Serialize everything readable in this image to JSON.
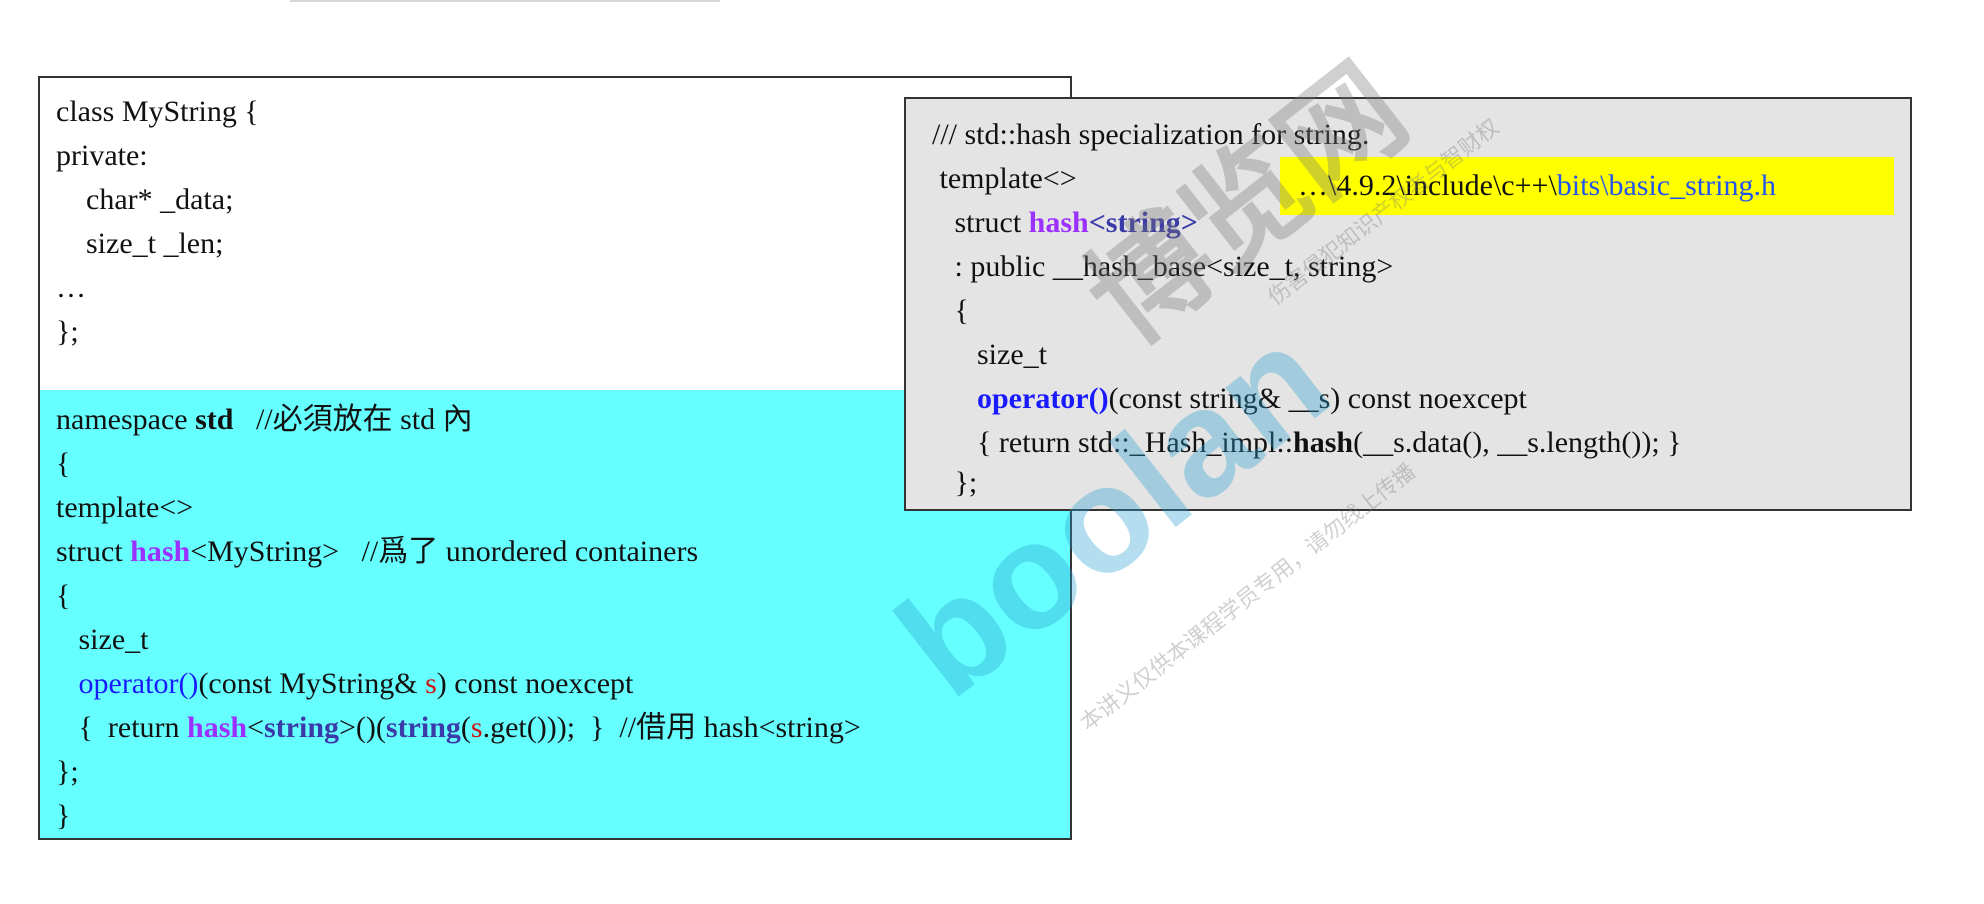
{
  "left_panel": {
    "white_lines": [
      "class MyString {",
      "private:",
      "    char* _data;",
      "    size_t _len;",
      "…",
      "};"
    ],
    "cyan": {
      "l1_a": "namespace ",
      "l1_b": "std",
      "l1_c": "   //必須放在 std 內",
      "l2": "{",
      "l3": "template<>",
      "l4_a": "struct ",
      "l4_b": "hash",
      "l4_c": "<MyString>   //爲了 unordered containers",
      "l5": "{",
      "l6": "   size_t",
      "l7_a": "   operator()",
      "l7_b": "(const MyString& ",
      "l7_c": "s",
      "l7_d": ") const noexcept",
      "l8_a": "   {  return ",
      "l8_b": "hash",
      "l8_c": "<",
      "l8_d": "string",
      "l8_e": ">()(",
      "l8_f": "string",
      "l8_g": "(",
      "l8_h": "s",
      "l8_i": ".get()));  }  //借用 hash<string>",
      "l9": "};",
      "l10": "}"
    }
  },
  "right_panel": {
    "l1": "/// std::hash specialization for string.",
    "l2": " template<>",
    "l3_a": "   struct ",
    "l3_b": "hash",
    "l3_c": "<string>",
    "l4": "   : public __hash_base<size_t, string>",
    "l5": "   {",
    "l6": "      size_t",
    "l7_a": "      operator()",
    "l7_b": "(const string& __s) const noexcept",
    "l8_a": "      { return std::_Hash_impl::",
    "l8_b": "hash",
    "l8_c": "(__s.data(), __s.length()); }",
    "l9": "   };"
  },
  "path_note": {
    "prefix": "…\\4.9.2\\include\\c++\\",
    "link": "bits\\basic_string.h"
  },
  "watermark": {
    "latin": "boolan",
    "cn": "博览网",
    "small1": "本讲义仅供本课程学员专用，请勿线上传播",
    "small2": "伤害侵犯知识产权者与智财权"
  }
}
